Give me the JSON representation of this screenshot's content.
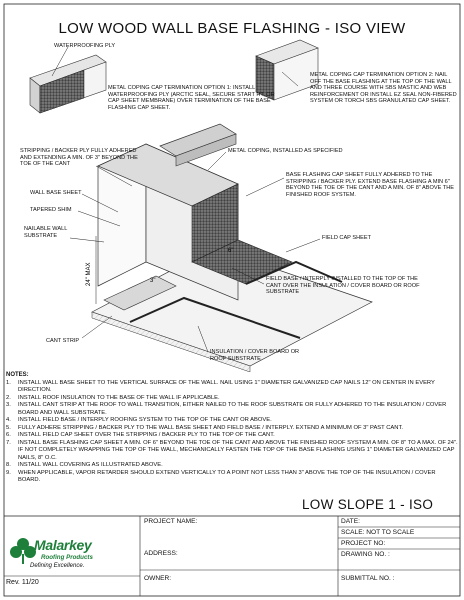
{
  "title": "LOW WOOD WALL BASE FLASHING - ISO VIEW",
  "callouts": {
    "waterproofing_ply": "WATERPROOFING PLY",
    "option1": "METAL COPING CAP TERMINATION OPTION 1: INSTALL WATERPROOFING PLY (ARCTIC SEAL, SECURE START HT, OR CAP SHEET MEMBRANE) OVER TERMINATION OF THE BASE FLASHING CAP SHEET.",
    "option2": "METAL COPING CAP TERMINATION OPTION 2: NAIL OFF THE BASE FLASHING AT THE TOP OF THE WALL AND THREE COURSE WITH SBS MASTIC AND WEB REINFORCEMENT OR INSTALL EZ SEAL NON-FIBERED SYSTEM OR TORCH SBS GRANULATED CAP SHEET.",
    "metal_coping": "METAL COPING, INSTALLED AS SPECIFIED",
    "stripping": "STRIPPING / BACKER PLY FULLY ADHERED AND EXTENDING A MIN. OF 3\" BEYOND THE TOE OF THE CANT",
    "wall_base_sheet": "WALL BASE SHEET",
    "tapered_shim": "TAPERED SHIM",
    "nailable_wall": "NAILABLE WALL SUBSTRATE",
    "base_flashing_cap": "BASE FLASHING CAP SHEET FULLY ADHERED TO THE STRIPPING / BACKER PLY. EXTEND BASE FLASHING A MIN 6\" BEYOND THE TOE OF THE CANT AND A MIN. OF 8\" ABOVE THE FINISHED ROOF SYSTEM.",
    "field_cap_sheet": "FIELD CAP SHEET",
    "field_base": "FIELD BASE / INTERPLY INSTALLED TO THE TOP OF THE CANT OVER THE INSULATION / COVER BOARD OR ROOF SUBSTRATE",
    "cant_strip": "CANT STRIP",
    "insulation": "INSULATION / COVER BOARD OR ROOF SUBSTRATE",
    "dim_6": "6\"",
    "dim_3": "3\"",
    "dim_24": "24\" MAX"
  },
  "notes": {
    "heading": "NOTES:",
    "items": [
      {
        "num": "1.",
        "text": "INSTALL WALL BASE SHEET TO THE VERTICAL SURFACE OF THE WALL. NAIL USING 1\" DIAMETER GALVANIZED CAP NAILS 12\" ON CENTER IN EVERY DIRECTION."
      },
      {
        "num": "2.",
        "text": "INSTALL ROOF INSULATION TO THE BASE OF THE WALL IF APPLICABLE."
      },
      {
        "num": "3.",
        "text": "INSTALL CANT STRIP AT THE ROOF TO WALL TRANSITION, EITHER NAILED TO THE ROOF SUBSTRATE OR FULLY ADHERED TO THE INSULATION / COVER BOARD AND WALL SUBSTRATE."
      },
      {
        "num": "4.",
        "text": "INSTALL FIELD BASE / INTERPLY ROOFING SYSTEM TO THE TOP OF THE CANT OR ABOVE."
      },
      {
        "num": "5.",
        "text": "FULLY ADHERE STRIPPING / BACKER PLY TO THE WALL BASE SHEET AND FIELD BASE / INTERPLY. EXTEND A MINIMUM OF 3\" PAST CANT."
      },
      {
        "num": "6.",
        "text": "INSTALL FIELD CAP SHEET OVER THE STRIPPING / BACKER PLY TO THE TOP OF THE CANT."
      },
      {
        "num": "7.",
        "text": "INSTALL BASE FLASHING CAP SHEET A MIN. OF 6\" BEYOND THE TOE OF THE CANT AND ABOVE THE FINISHED ROOF SYSTEM A MIN. OF 8\" TO A MAX. OF 24\". IF NOT COMPLETELY WRAPPING THE TOP OF THE WALL, MECHANICALLY FASTEN THE TOP OF THE BASE FLASHING USING 1\" DIAMETER GALVANIZED CAP NAILS, 8\" O.C."
      },
      {
        "num": "8.",
        "text": "INSTALL WALL COVERING AS ILLUSTRATED ABOVE."
      },
      {
        "num": "9.",
        "text": "WHEN APPLICABLE, VAPOR RETARDER SHOULD EXTEND VERTICALLY TO A POINT NOT LESS THAN 3\" ABOVE THE TOP OF THE INSULATION / COVER BOARD."
      }
    ]
  },
  "subtitle": "LOW SLOPE 1 - ISO",
  "title_block": {
    "project_name": "PROJECT NAME:",
    "address": "ADDRESS:",
    "owner": "OWNER:",
    "date": "DATE:",
    "scale": "SCALE:  NOT TO SCALE",
    "project_no": "PROJECT NO:",
    "drawing_no": "DRAWING NO. :",
    "submittal_no": "SUBMITTAL NO. :"
  },
  "logo": {
    "name": "Malarkey",
    "sub": "Roofing Products",
    "tagline": "Defining Excellence.",
    "color": "#1e7f3a"
  },
  "revision": "Rev. 11/20"
}
